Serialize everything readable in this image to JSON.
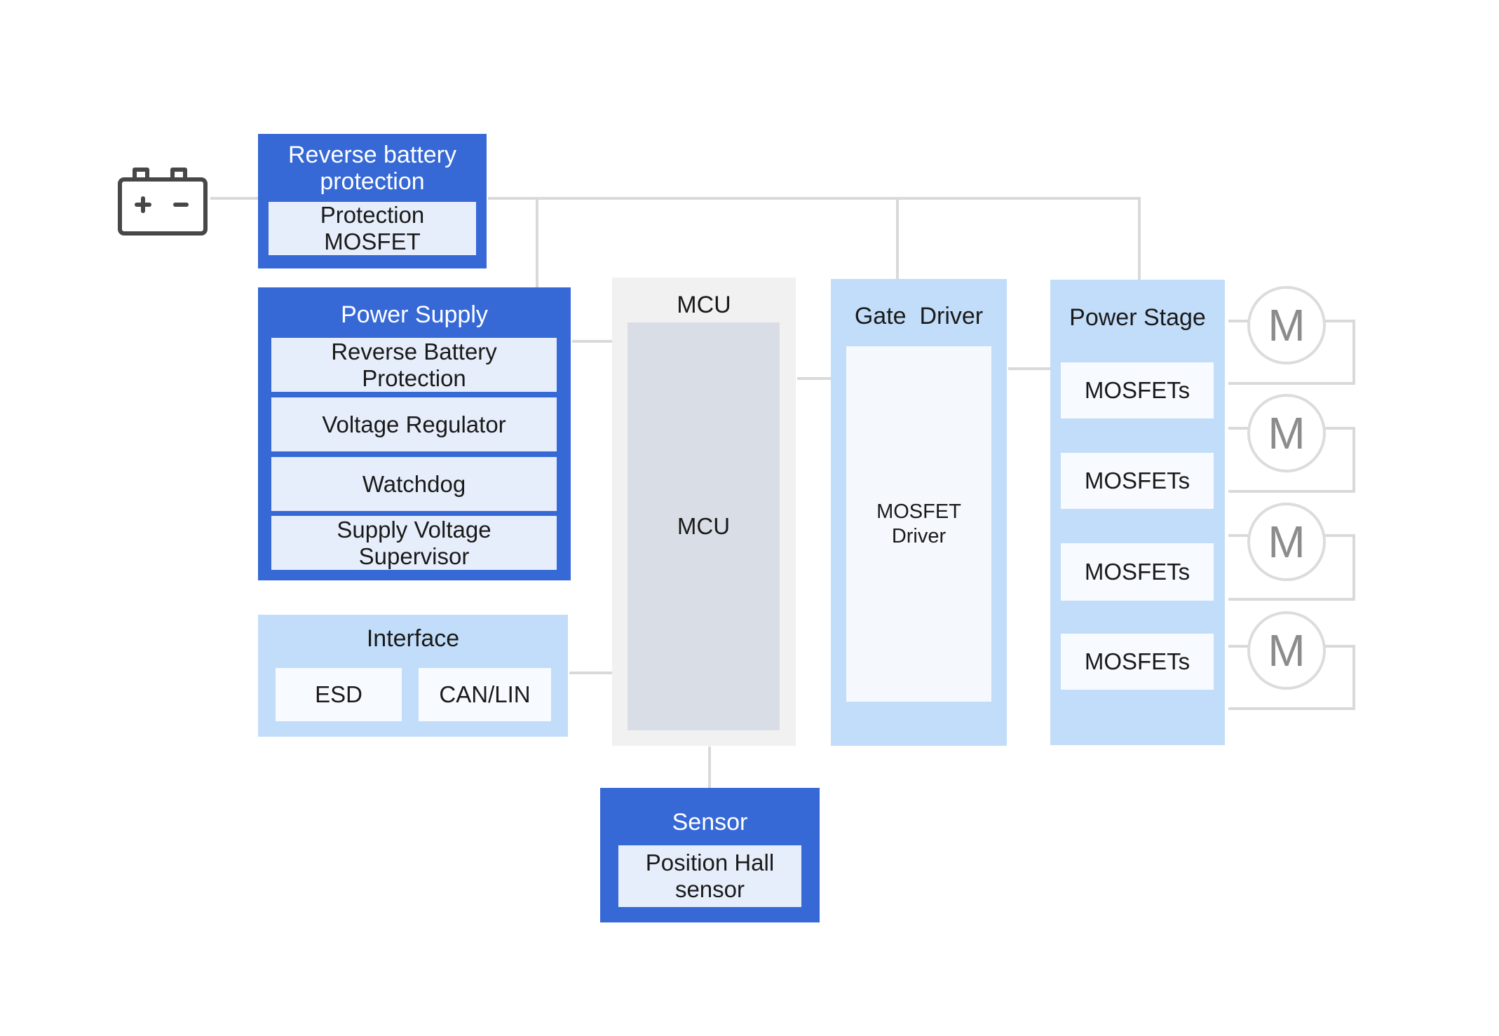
{
  "reverse_battery": {
    "title": "Reverse battery\nprotection",
    "inner": "Protection\nMOSFET"
  },
  "power_supply": {
    "title": "Power Supply",
    "items": [
      "Reverse Battery\nProtection",
      "Voltage Regulator",
      "Watchdog",
      "Supply Voltage\nSupervisor"
    ]
  },
  "interface": {
    "title": "Interface",
    "items": [
      "ESD",
      "CAN/LIN"
    ]
  },
  "mcu": {
    "title": "MCU",
    "inner": "MCU"
  },
  "gate_driver": {
    "title": "Gate  Driver",
    "inner": "MOSFET\nDriver"
  },
  "power_stage": {
    "title": "Power Stage",
    "items": [
      "MOSFETs",
      "MOSFETs",
      "MOSFETs",
      "MOSFETs"
    ]
  },
  "motors": [
    "M",
    "M",
    "M",
    "M"
  ],
  "sensor": {
    "title": "Sensor",
    "inner": "Position Hall\nsensor"
  },
  "colors": {
    "dark_blue": "#3669d6",
    "light_blue": "#c2ddf9",
    "grey_panel": "#f1f1f1",
    "wire": "#d9d9d9"
  },
  "icons": {
    "battery": "battery-icon"
  }
}
